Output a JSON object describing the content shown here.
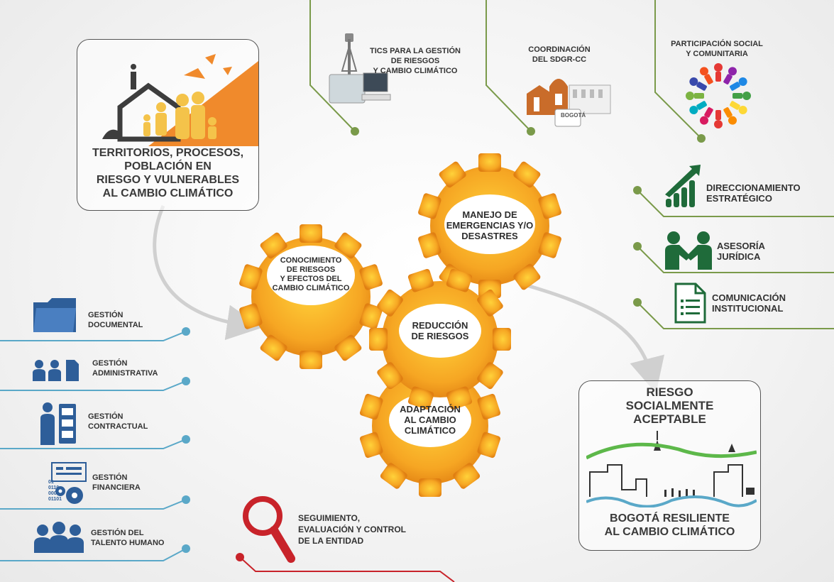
{
  "top": {
    "tics": "TICS PARA LA GESTIÓN\nDE RIESGOS\nY CAMBIO CLIMÁTICO",
    "coordinacion": "COORDINACIÓN\nDEL SDGR-CC",
    "participacion": "PARTICIPACIÓN SOCIAL\nY COMUNITARIA",
    "bogota_sign": "BOGOTÁ"
  },
  "left_box": "TERRITORIOS, PROCESOS,\nPOBLACIÓN EN\nRIESGO Y VULNERABLES\nAL CAMBIO CLIMÁTICO",
  "right_items": {
    "direccionamiento": "DIRECCIONAMIENTO\nESTRATÉGICO",
    "asesoria": "ASESORÍA\nJURÍDICA",
    "comunicacion": "COMUNICACIÓN\nINSTITUCIONAL"
  },
  "left_items": {
    "documental": "GESTIÓN\nDOCUMENTAL",
    "administrativa": "GESTIÓN\nADMINISTRATIVA",
    "contractual": "GESTIÓN\nCONTRACTUAL",
    "financiera": "GESTIÓN\nFINANCIERA",
    "talento": "GESTIÓN DEL\nTALENTO HUMANO",
    "binary": "01\n0110\n0001\n01101"
  },
  "gears": {
    "conocimiento": "CONOCIMIENTO\nDE RIESGOS\nY EFECTOS DEL\nCAMBIO CLIMÁTICO",
    "manejo": "MANEJO DE\nEMERGENCIAS Y/O\nDESASTRES",
    "reduccion": "REDUCCIÓN\nDE RIESGOS",
    "adaptacion": "ADAPTACIÓN\nAL CAMBIO\nCLIMÁTICO"
  },
  "bottom": {
    "seguimiento": "SEGUIMIENTO,\nEVALUACIÓN Y CONTROL\nDE LA ENTIDAD"
  },
  "right_box": {
    "title": "RIESGO\nSOCIALMENTE\nACEPTABLE",
    "subtitle": "BOGOTÁ RESILIENTE\nAL CAMBIO CLIMÁTICO"
  },
  "colors": {
    "green_line": "#7a9a4a",
    "blue_line": "#5aa8c8",
    "red_line": "#c8232a",
    "gear": "#f6a623",
    "orange": "#f08a2c",
    "icon_blue": "#2e5e99",
    "icon_green": "#1f6b3a"
  }
}
